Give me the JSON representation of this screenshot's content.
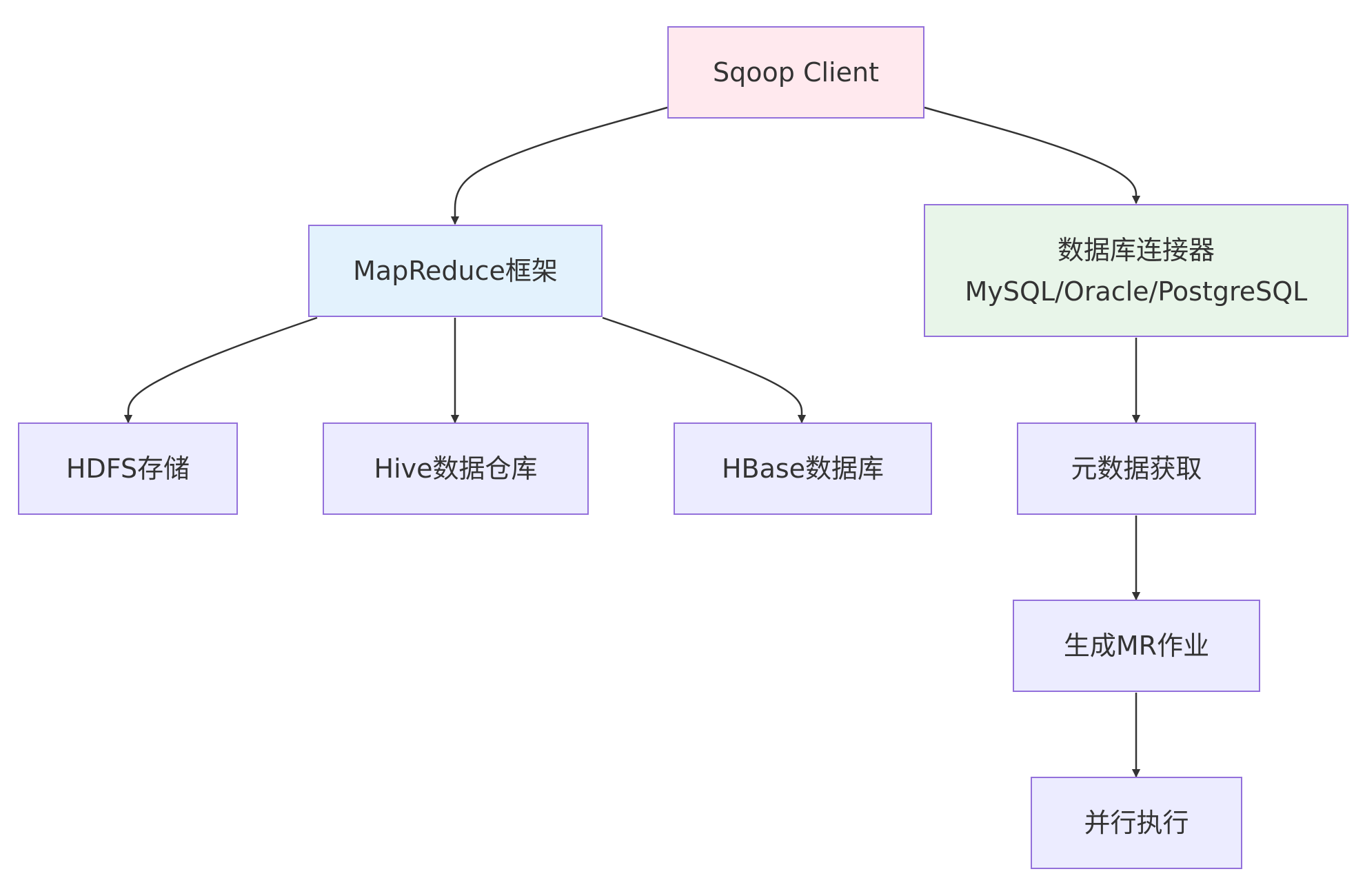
{
  "colors": {
    "node_border": "#9370db",
    "edge": "#333333",
    "text": "#333333",
    "client_fill": "#ffe9ee",
    "mapreduce_fill": "#e3f2fd",
    "connector_fill": "#e8f5e9",
    "default_fill": "#ececff"
  },
  "nodes": {
    "sqoop_client": {
      "label": "Sqoop Client"
    },
    "mapreduce": {
      "label": "MapReduce框架"
    },
    "db_connector": {
      "line1": "数据库连接器",
      "line2": "MySQL/Oracle/PostgreSQL"
    },
    "hdfs": {
      "label": "HDFS存储"
    },
    "hive": {
      "label": "Hive数据仓库"
    },
    "hbase": {
      "label": "HBase数据库"
    },
    "metadata": {
      "label": "元数据获取"
    },
    "gen_mr": {
      "label": "生成MR作业"
    },
    "parallel": {
      "label": "并行执行"
    }
  },
  "edges": [
    {
      "from": "sqoop_client",
      "to": "mapreduce"
    },
    {
      "from": "sqoop_client",
      "to": "db_connector"
    },
    {
      "from": "mapreduce",
      "to": "hdfs"
    },
    {
      "from": "mapreduce",
      "to": "hive"
    },
    {
      "from": "mapreduce",
      "to": "hbase"
    },
    {
      "from": "db_connector",
      "to": "metadata"
    },
    {
      "from": "metadata",
      "to": "gen_mr"
    },
    {
      "from": "gen_mr",
      "to": "parallel"
    }
  ]
}
